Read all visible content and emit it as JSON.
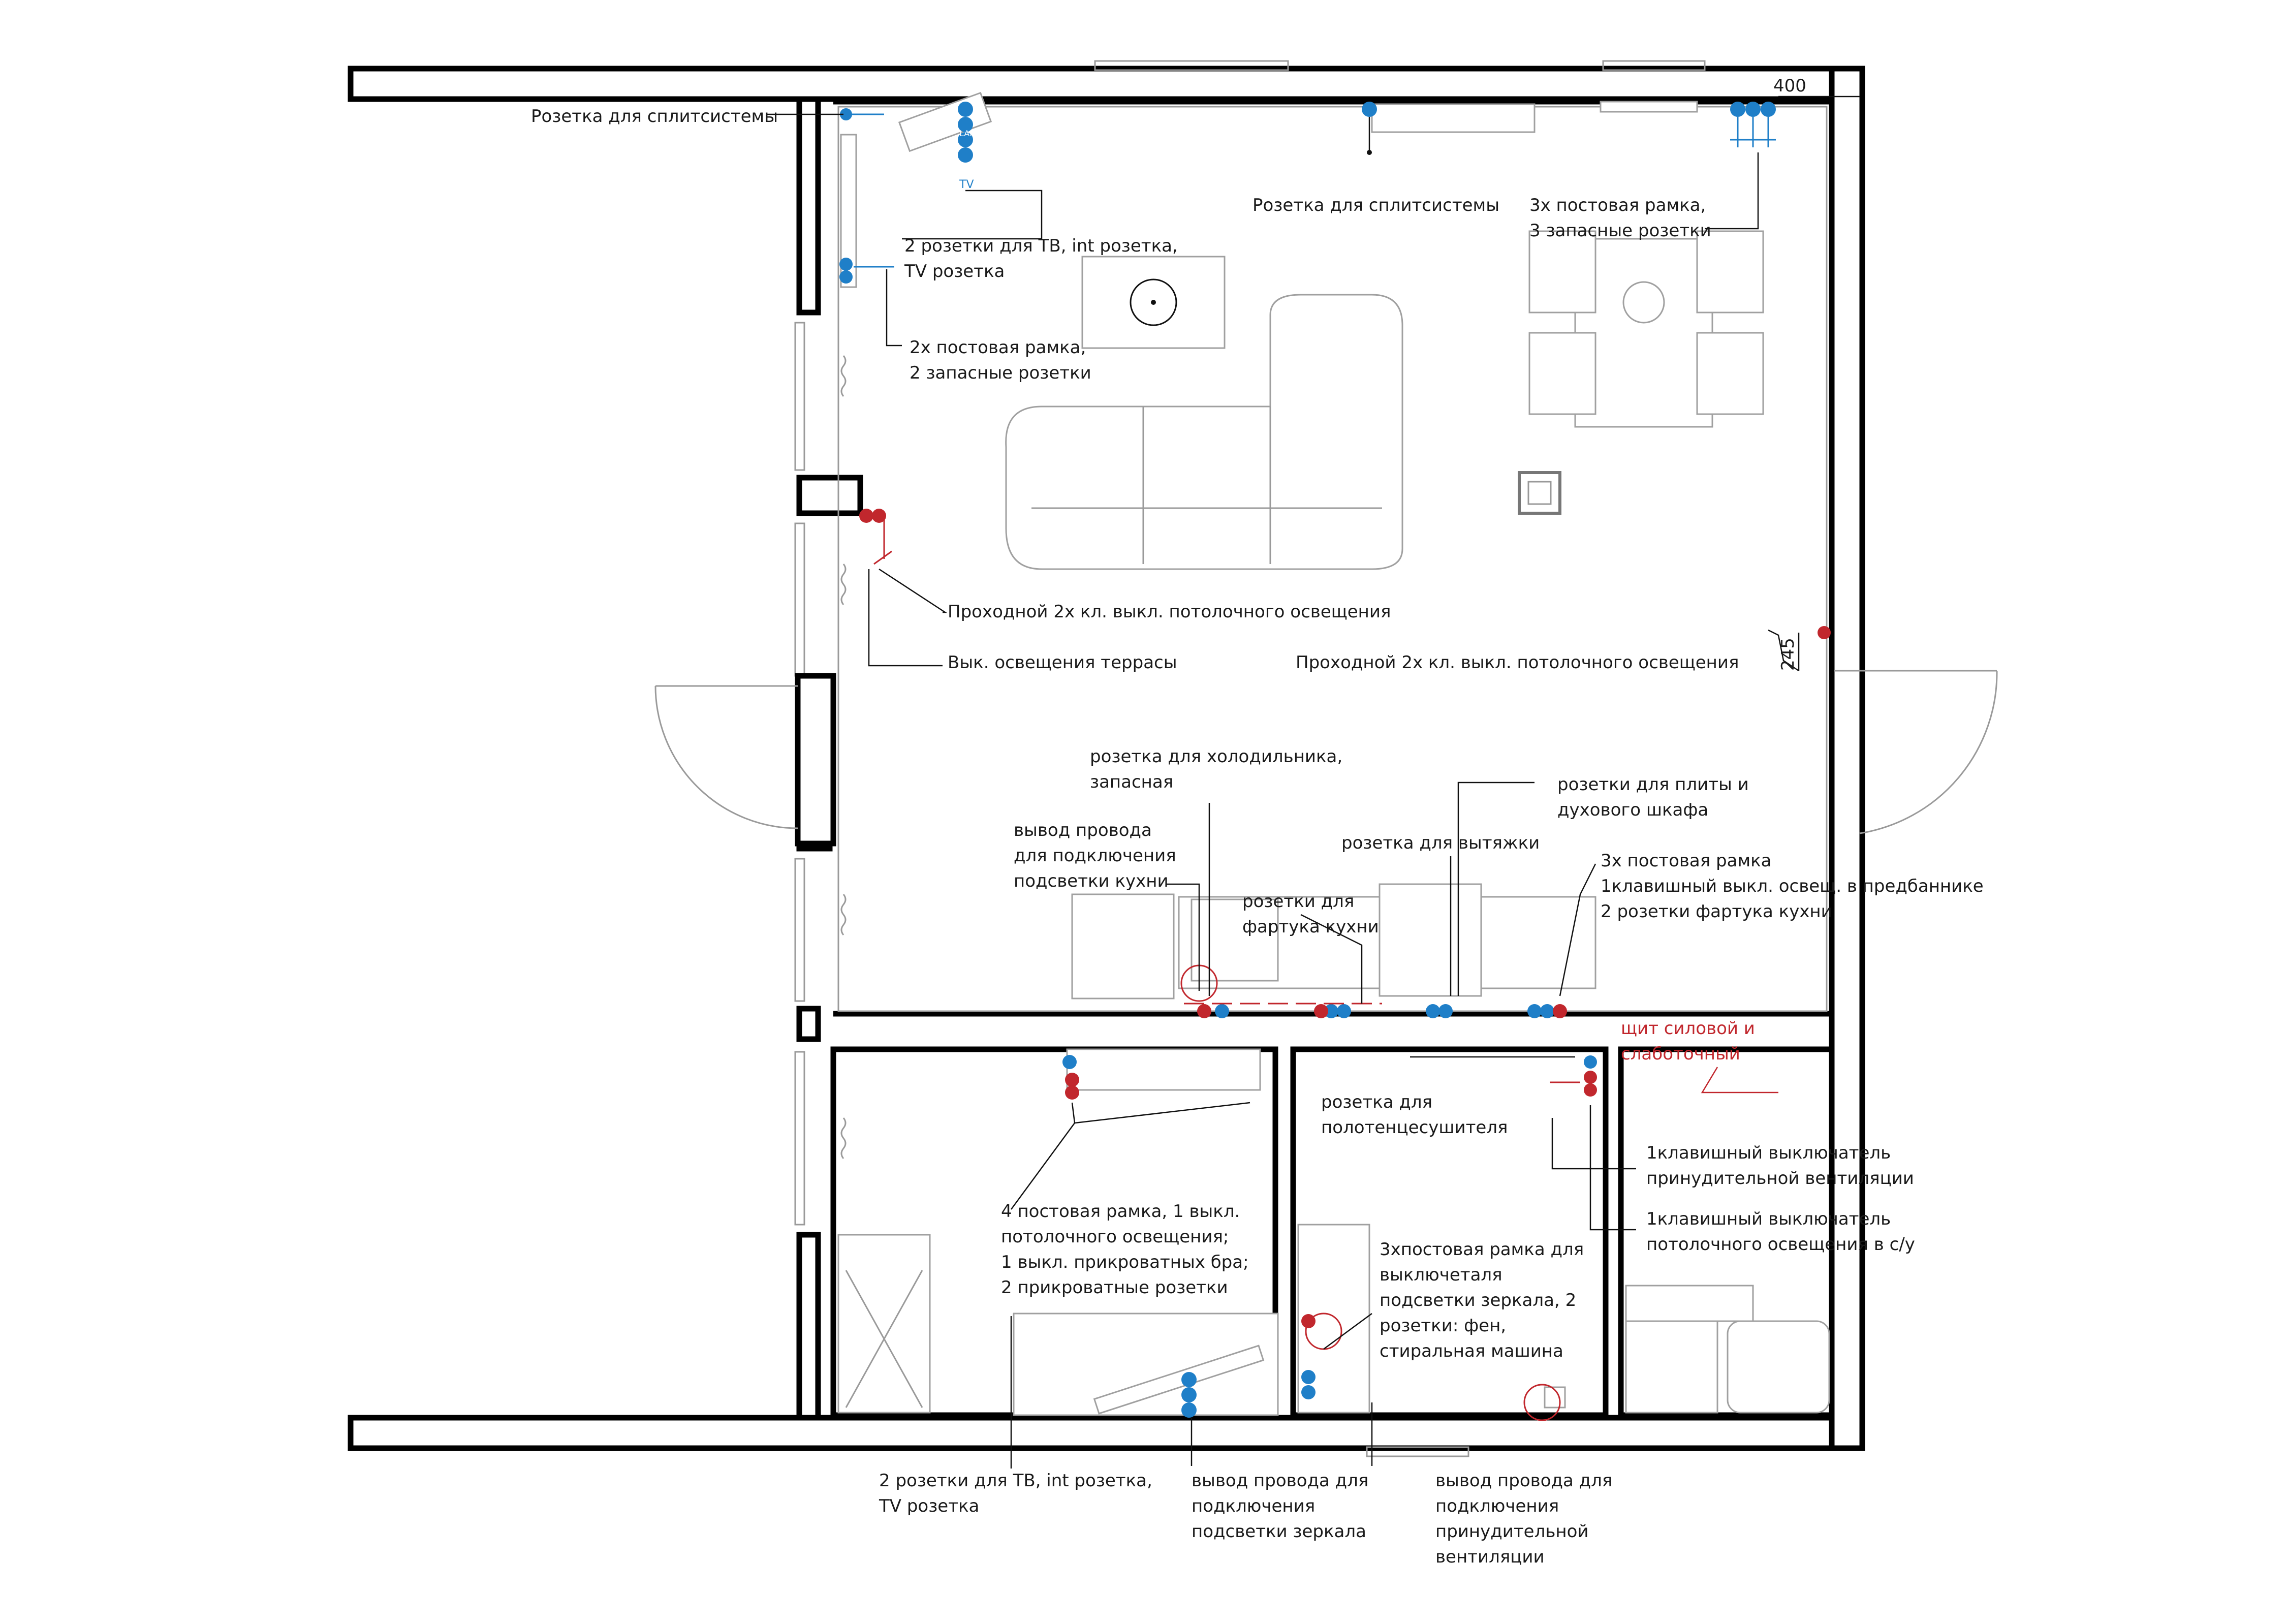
{
  "dimensions": {
    "d400": "400",
    "d245": "245"
  },
  "labels": {
    "split1": "Розетка для сплитсистемы",
    "tv_top_1": "2 розетки для ТВ, int розетка,",
    "tv_top_2": "TV розетка",
    "frame2_1": "2х постовая рамка,",
    "frame2_2": "2 запасные розетки",
    "split2": "Розетка для сплитсистемы",
    "frame3_1": "3х постовая рамка,",
    "frame3_2": "3 запасные розетки",
    "pass_sw_left": "Проходной 2х кл. выкл. потолочного освещения",
    "terrace": "Вык. освещения террасы",
    "pass_sw_right": "Проходной 2х кл. выкл. потолочного освещения",
    "fridge_1": "розетка для холодильника,",
    "fridge_2": "запасная",
    "kitchen_light_1": "вывод провода",
    "kitchen_light_2": "для подключения",
    "kitchen_light_3": "подсветки кухни",
    "apron_1": "розетки для",
    "apron_2": "фартука кухни",
    "hood": "розетка для вытяжки",
    "stove_1": "розетки для плиты и",
    "stove_2": "духового шкафа",
    "hall_1": "3х постовая рамка",
    "hall_2": "1клавишный выкл. освещ. в предбаннике",
    "hall_3": "2 розетки фартука кухни",
    "panel_1": "щит силовой и",
    "panel_2": "слаботочный",
    "towel_1": "розетка для",
    "towel_2": "полотенцесушителя",
    "vent_sw_1": "1клавишный выключатель",
    "vent_sw_2": "принудительной вентиляции",
    "wc_sw_1": "1клавишный выключатель",
    "wc_sw_2": "потолочного освещения в с/у",
    "bed_1": "4 постовая рамка, 1 выкл.",
    "bed_2": "потолочного освещения;",
    "bed_3": "1 выкл. прикроватных бра;",
    "bed_4": "2 прикроватные розетки",
    "mirror_1": "3хпостовая рамка для",
    "mirror_2": "выключеталя",
    "mirror_3": "подсветки зеркала, 2",
    "mirror_4": "розетки: фен,",
    "mirror_5": "стиральная машина",
    "tv_bot_1": "2 розетки для ТВ, int розетка,",
    "tv_bot_2": "TV розетка",
    "mirror_wire_1": "вывод провода для",
    "mirror_wire_2": "подключения",
    "mirror_wire_3": "подсветки зеркала",
    "vent_wire_1": "вывод провода для",
    "vent_wire_2": "подключения",
    "vent_wire_3": "принудительной",
    "vent_wire_4": "вентиляции"
  },
  "symbols": {
    "lan": "LAN",
    "tv": "TV"
  },
  "colors": {
    "walls": "#000000",
    "low_current": "#1f7fc8",
    "power": "#c1272d",
    "furniture": "#a0a0a0"
  }
}
